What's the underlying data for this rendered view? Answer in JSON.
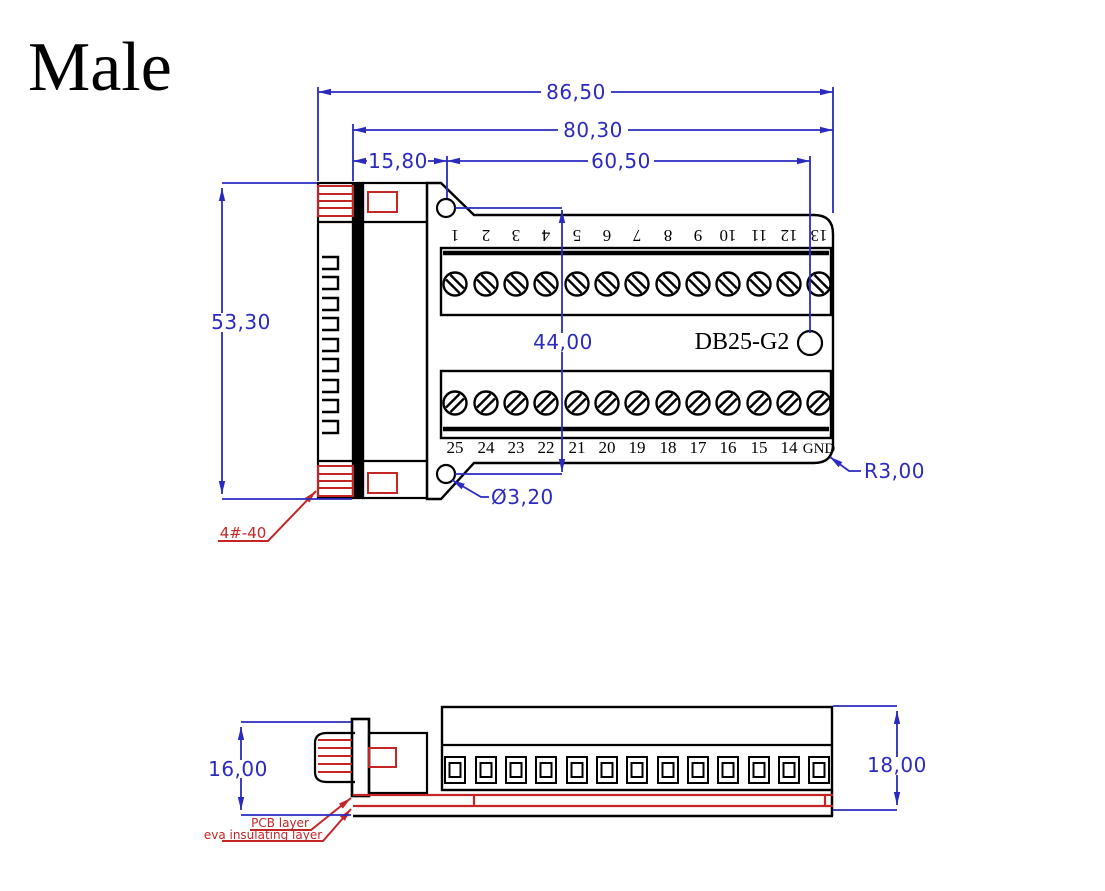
{
  "title": "Male",
  "colors": {
    "dimension_blue": "#2a2ac0",
    "annotation_red": "#c42626",
    "line_black": "#000000",
    "background": "#ffffff"
  },
  "top_view": {
    "model_label": "DB25-G2",
    "jackscrew_label": "4#-40",
    "pins": {
      "top": [
        "1",
        "2",
        "3",
        "4",
        "5",
        "6",
        "7",
        "8",
        "9",
        "10",
        "11",
        "12",
        "13"
      ],
      "bottom": [
        "25",
        "24",
        "23",
        "22",
        "21",
        "20",
        "19",
        "18",
        "17",
        "16",
        "15",
        "14",
        "GND"
      ]
    },
    "dimensions": {
      "overall_width": "86,50",
      "body_width": "80,30",
      "connector_offset": "15,80",
      "hole_span_horizontal": "60,50",
      "overall_height": "53,30",
      "hole_span_vertical": "44,00",
      "hole_diameter": "Ø3,20",
      "corner_radius": "R3,00"
    }
  },
  "side_view": {
    "dimensions": {
      "connector_height": "16,00",
      "block_height": "18,00"
    },
    "layers": {
      "pcb": "PCB layer",
      "eva": "eva insulating layer"
    }
  }
}
